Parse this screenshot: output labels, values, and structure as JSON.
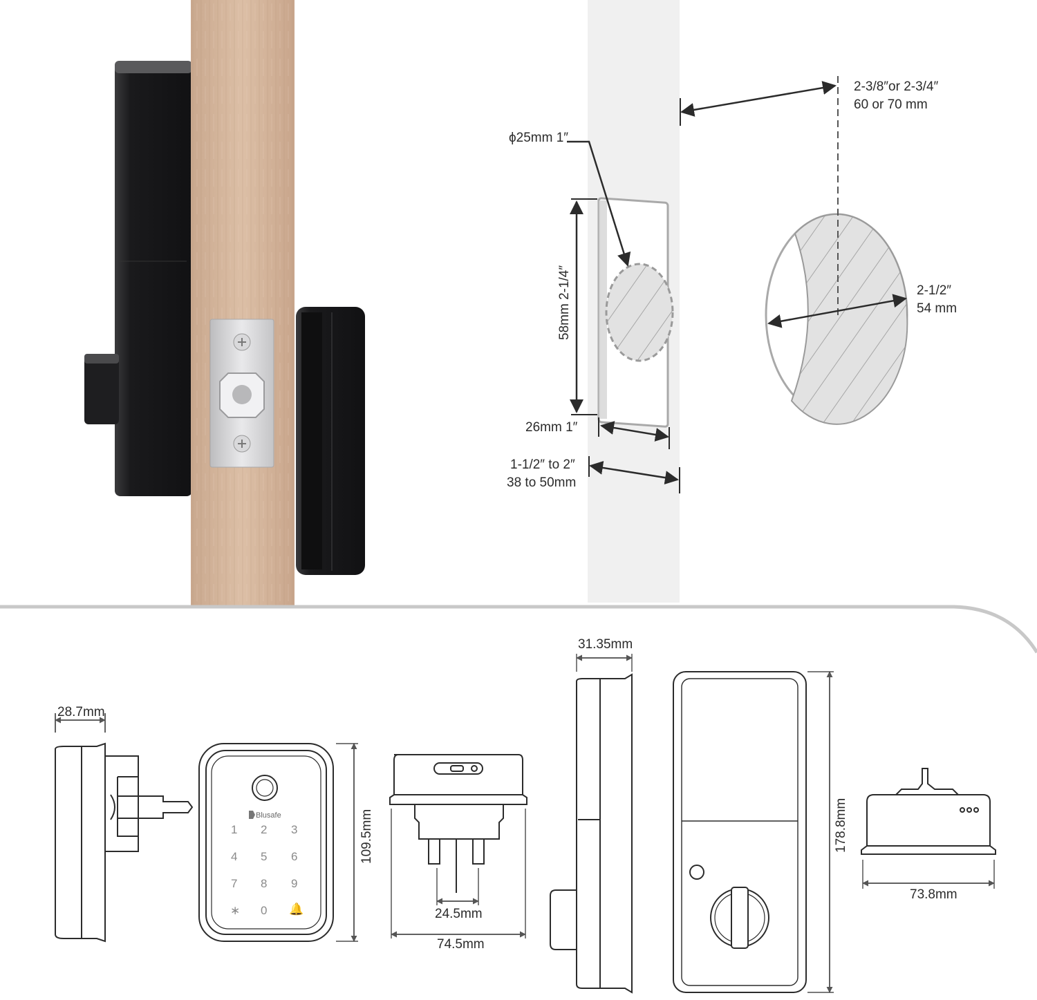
{
  "install": {
    "backset_label_1": "2-3/8″or 2-3/4″",
    "backset_label_2": "60 or 70 mm",
    "bolt_hole_label": "ϕ25mm 1″",
    "faceplate_height_label": "58mm 2-1/4″",
    "faceplate_width_label": "26mm 1″",
    "door_thickness_label_1": "1-1/2″ to 2″",
    "door_thickness_label_2": "38 to 50mm",
    "bore_hole_label_1": "2-1/2″",
    "bore_hole_label_2": "54 mm"
  },
  "dimensions": {
    "exterior_depth": "28.7mm",
    "exterior_height": "109.5mm",
    "exterior_width": "74.5mm",
    "spindle_spacing": "24.5mm",
    "interior_depth": "31.35mm",
    "interior_height": "178.8mm",
    "interior_width": "73.8mm"
  },
  "keypad": {
    "brand": "Blusafe",
    "keys": [
      "1",
      "2",
      "3",
      "4",
      "5",
      "6",
      "7",
      "8",
      "9",
      "∗",
      "0",
      "🔔"
    ]
  },
  "colors": {
    "door_wood": "#d8b9a0",
    "lock_body": "#1c1c1e",
    "strike_plate": "#d4d4d6",
    "line": "#2b2b2b",
    "hatch_fill": "#e2e2e2"
  }
}
